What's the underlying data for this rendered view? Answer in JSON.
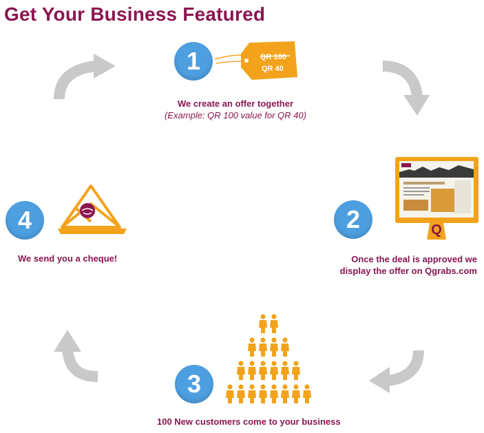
{
  "title": "Get Your Business Featured",
  "colors": {
    "accent": "#8a1650",
    "step_circle": "#4e9fe0",
    "orange": "#f2a31b",
    "arrow_gray": "#c9c9c9"
  },
  "steps": [
    {
      "number": "1",
      "caption": "We create an offer together",
      "sub": "(Example: QR 100 value for QR 40)",
      "tag": {
        "old_price": "QR 100",
        "new_price": "QR 40"
      }
    },
    {
      "number": "2",
      "caption_line1": "Once the deal is approved we",
      "caption_line2": "display the offer on Qgrabs.com"
    },
    {
      "number": "3",
      "caption": "100 New customers come to your business"
    },
    {
      "number": "4",
      "caption": "We send you a cheque!"
    }
  ],
  "icons": [
    "price-tag-icon",
    "monitor-icon",
    "people-pyramid-icon",
    "envelope-handshake-icon"
  ]
}
